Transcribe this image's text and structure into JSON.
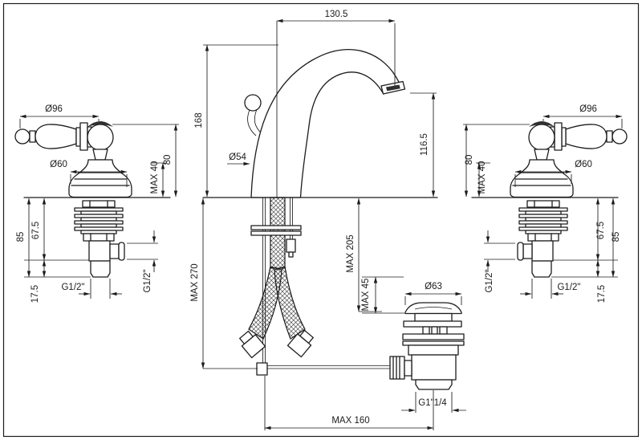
{
  "page": {
    "background": "#ffffff",
    "line_color": "#1c1c1c"
  },
  "drawing": {
    "spout": {
      "reach": "130.5",
      "height": "168",
      "base_diameter": "Ø54",
      "outlet_height": "116.5"
    },
    "supply": {
      "hose_max_length": "MAX 270",
      "hose_max_reach": "MAX 205"
    },
    "waste": {
      "plug_diameter": "Ø63",
      "deck_max_thickness": "MAX 45",
      "outlet_thread": "G1\"1/4",
      "rod_max_reach": "MAX 160"
    },
    "left_valve": {
      "handle_diameter": "Ø96",
      "base_diameter": "Ø60",
      "deck_max_thickness": "MAX 40",
      "height_above_deck": "80",
      "depth_below_deck": "85",
      "body_depth": "67.5",
      "thread_length": "17.5",
      "inlet_thread": "G1/2\"",
      "side_thread": "G1/2\""
    },
    "right_valve": {
      "handle_diameter": "Ø96",
      "base_diameter": "Ø60",
      "deck_max_thickness": "MAX 40",
      "height_above_deck": "80",
      "depth_below_deck": "85",
      "body_depth": "67.5",
      "thread_length": "17.5",
      "inlet_thread": "G1/2\"",
      "side_thread": "G1/2\""
    }
  }
}
